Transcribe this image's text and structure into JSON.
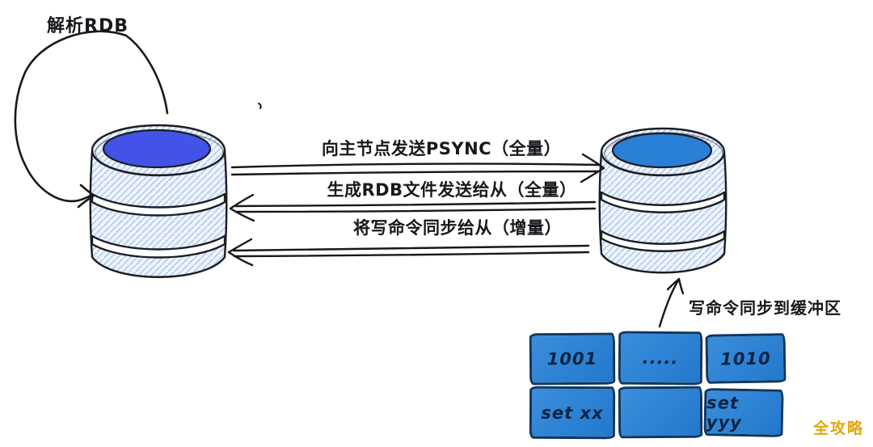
{
  "diagram": {
    "parse_rdb_label": "解析RDB",
    "messages": [
      {
        "text": "向主节点发送PSYNC（全量）",
        "direction": "left-to-right"
      },
      {
        "text": "生成RDB文件发送给从（全量）",
        "direction": "right-to-left"
      },
      {
        "text": "将写命令同步给从（增量）",
        "direction": "right-to-left"
      }
    ],
    "buffer_note": "写命令同步到缓冲区",
    "buffer_cells": [
      {
        "label": "1001"
      },
      {
        "label": "....."
      },
      {
        "label": "1010"
      },
      {
        "label": "set xx"
      },
      {
        "label": ""
      },
      {
        "label": "set yyy"
      }
    ],
    "watermark": "全攻略",
    "colors": {
      "slave_db_top": "#4353e8",
      "master_db_top": "#2a80d6",
      "buffer_cell_fill": "#2e85d6",
      "buffer_cell_border": "#10375e",
      "ink": "#17181c",
      "hatch": "#abc5ef",
      "watermark": "#e2a60e"
    }
  }
}
